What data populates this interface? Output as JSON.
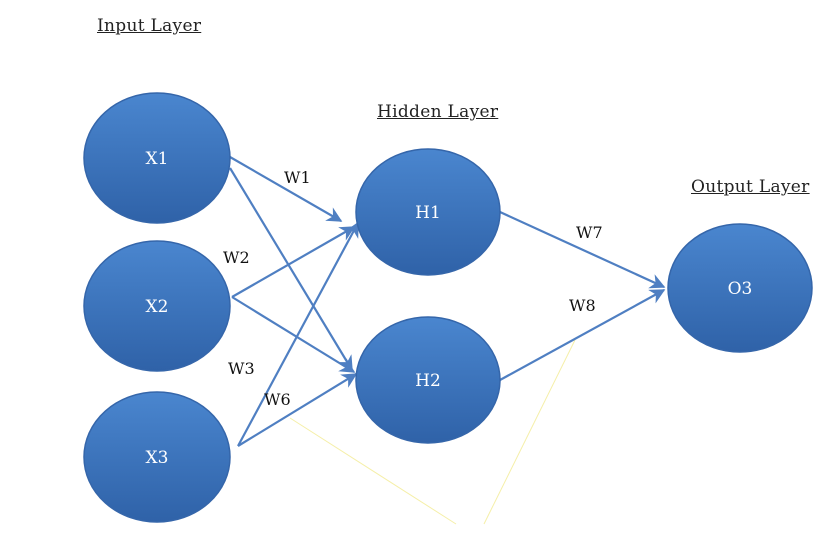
{
  "layers": {
    "input": "Input Layer",
    "hidden": "Hidden Layer",
    "output": "Output Layer"
  },
  "nodes": {
    "x1": "X1",
    "x2": "X2",
    "x3": "X3",
    "h1": "H1",
    "h2": "H2",
    "o3": "O3"
  },
  "weights": {
    "w1": "W1",
    "w2": "W2",
    "w3": "W3",
    "w6": "W6",
    "w7": "W7",
    "w8": "W8"
  },
  "colors": {
    "node_fill_top": "#4a86cf",
    "node_fill_bottom": "#2f62a8",
    "node_stroke": "#3566aa",
    "edge": "#4f7fc2",
    "stray_line": "#f5efa8"
  }
}
